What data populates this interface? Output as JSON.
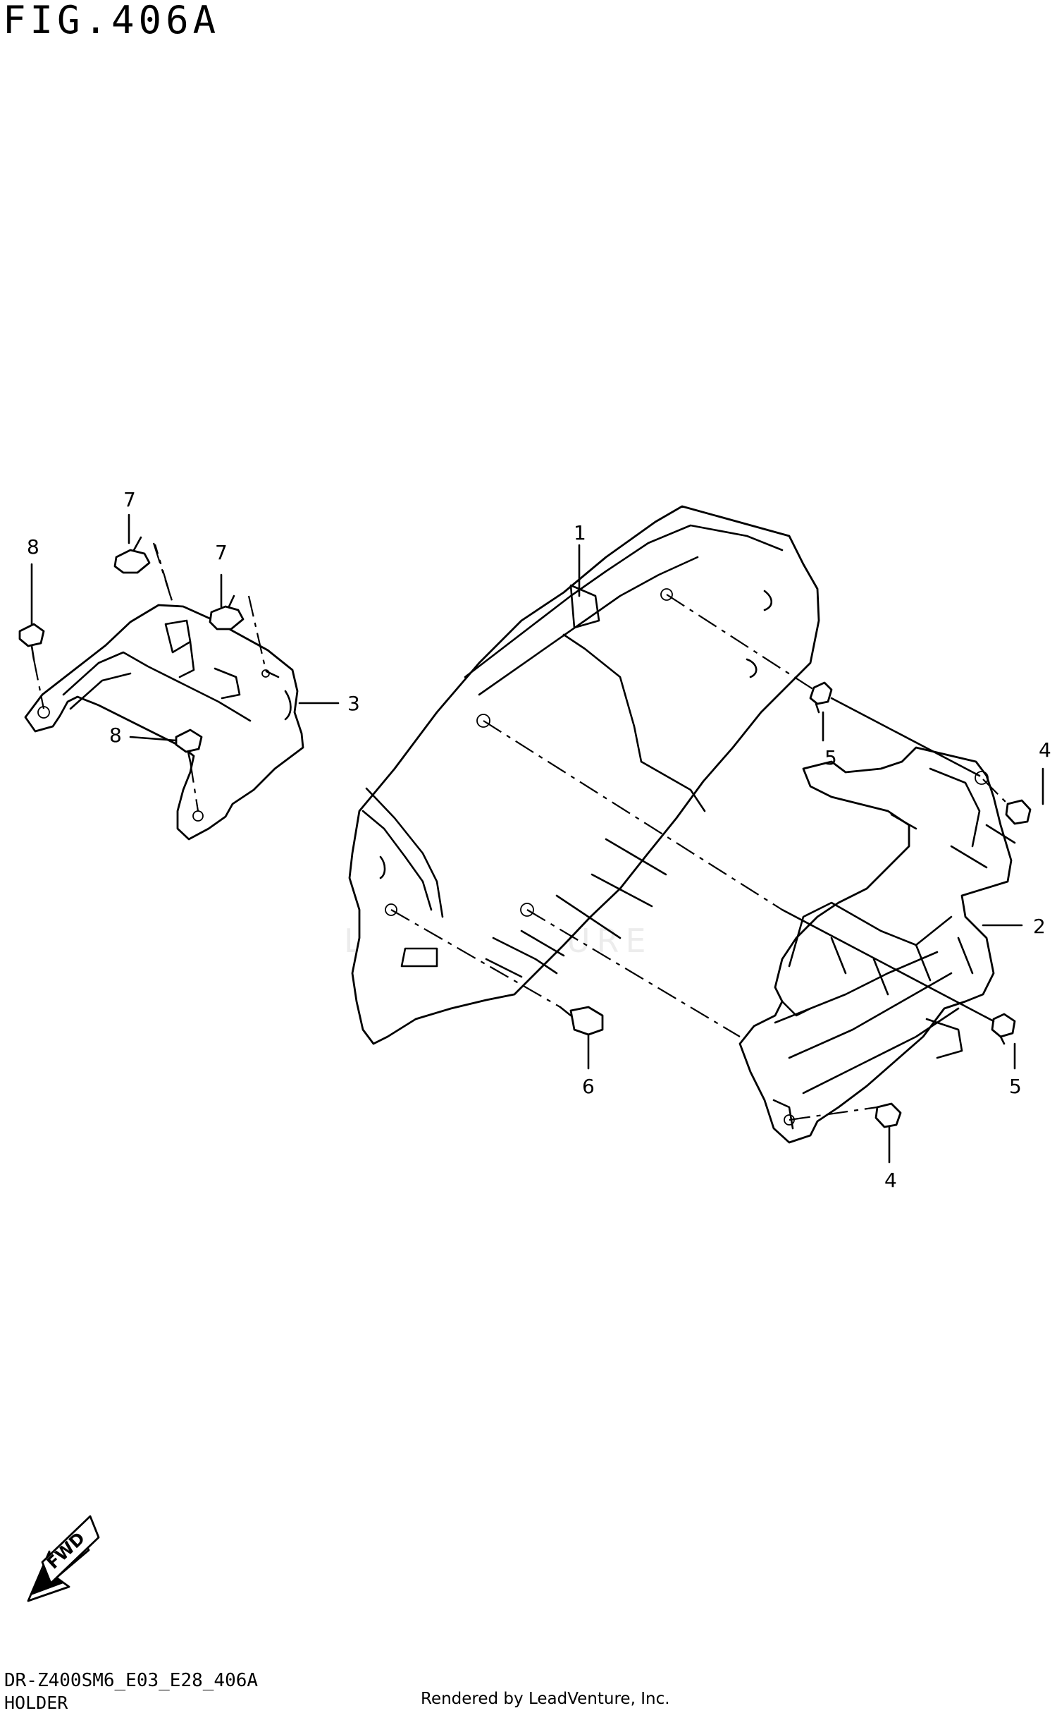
{
  "figure": {
    "title": "FIG.406A",
    "code": "DR-Z400SM6_E03_E28_406A",
    "name": "HOLDER",
    "credit": "Rendered by LeadVenture, Inc.",
    "watermark": "LEADVENTURE"
  },
  "arrow": {
    "label": "FWD"
  },
  "callouts": [
    {
      "id": "1",
      "label": "1"
    },
    {
      "id": "2",
      "label": "2"
    },
    {
      "id": "3",
      "label": "3"
    },
    {
      "id": "4a",
      "label": "4"
    },
    {
      "id": "4b",
      "label": "4"
    },
    {
      "id": "5a",
      "label": "5"
    },
    {
      "id": "5b",
      "label": "5"
    },
    {
      "id": "6",
      "label": "6"
    },
    {
      "id": "7a",
      "label": "7"
    },
    {
      "id": "7b",
      "label": "7"
    },
    {
      "id": "8a",
      "label": "8"
    },
    {
      "id": "8b",
      "label": "8"
    }
  ]
}
